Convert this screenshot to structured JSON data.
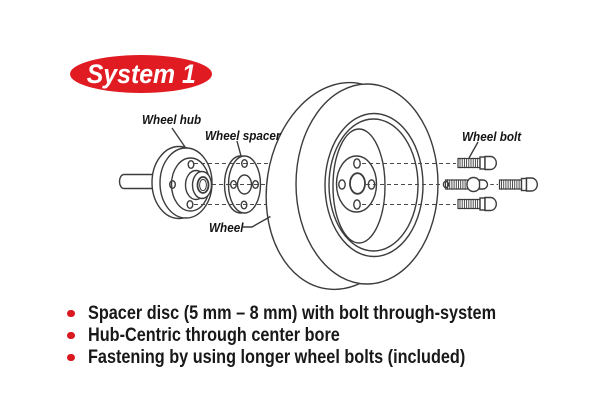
{
  "badge": {
    "label": "System 1"
  },
  "labels": {
    "wheel_hub": "Wheel hub",
    "wheel_spacer": "Wheel spacer",
    "wheel": "Wheel",
    "wheel_bolt": "Wheel bolt"
  },
  "bullets": [
    "Spacer disc (5 mm – 8 mm) with bolt through-system",
    "Hub-Centric through center bore",
    "Fastening by using longer wheel bolts (included)"
  ],
  "colors": {
    "accent_red": "#e01b22",
    "line_gray": "#3c3c3c",
    "text_black": "#181818"
  }
}
